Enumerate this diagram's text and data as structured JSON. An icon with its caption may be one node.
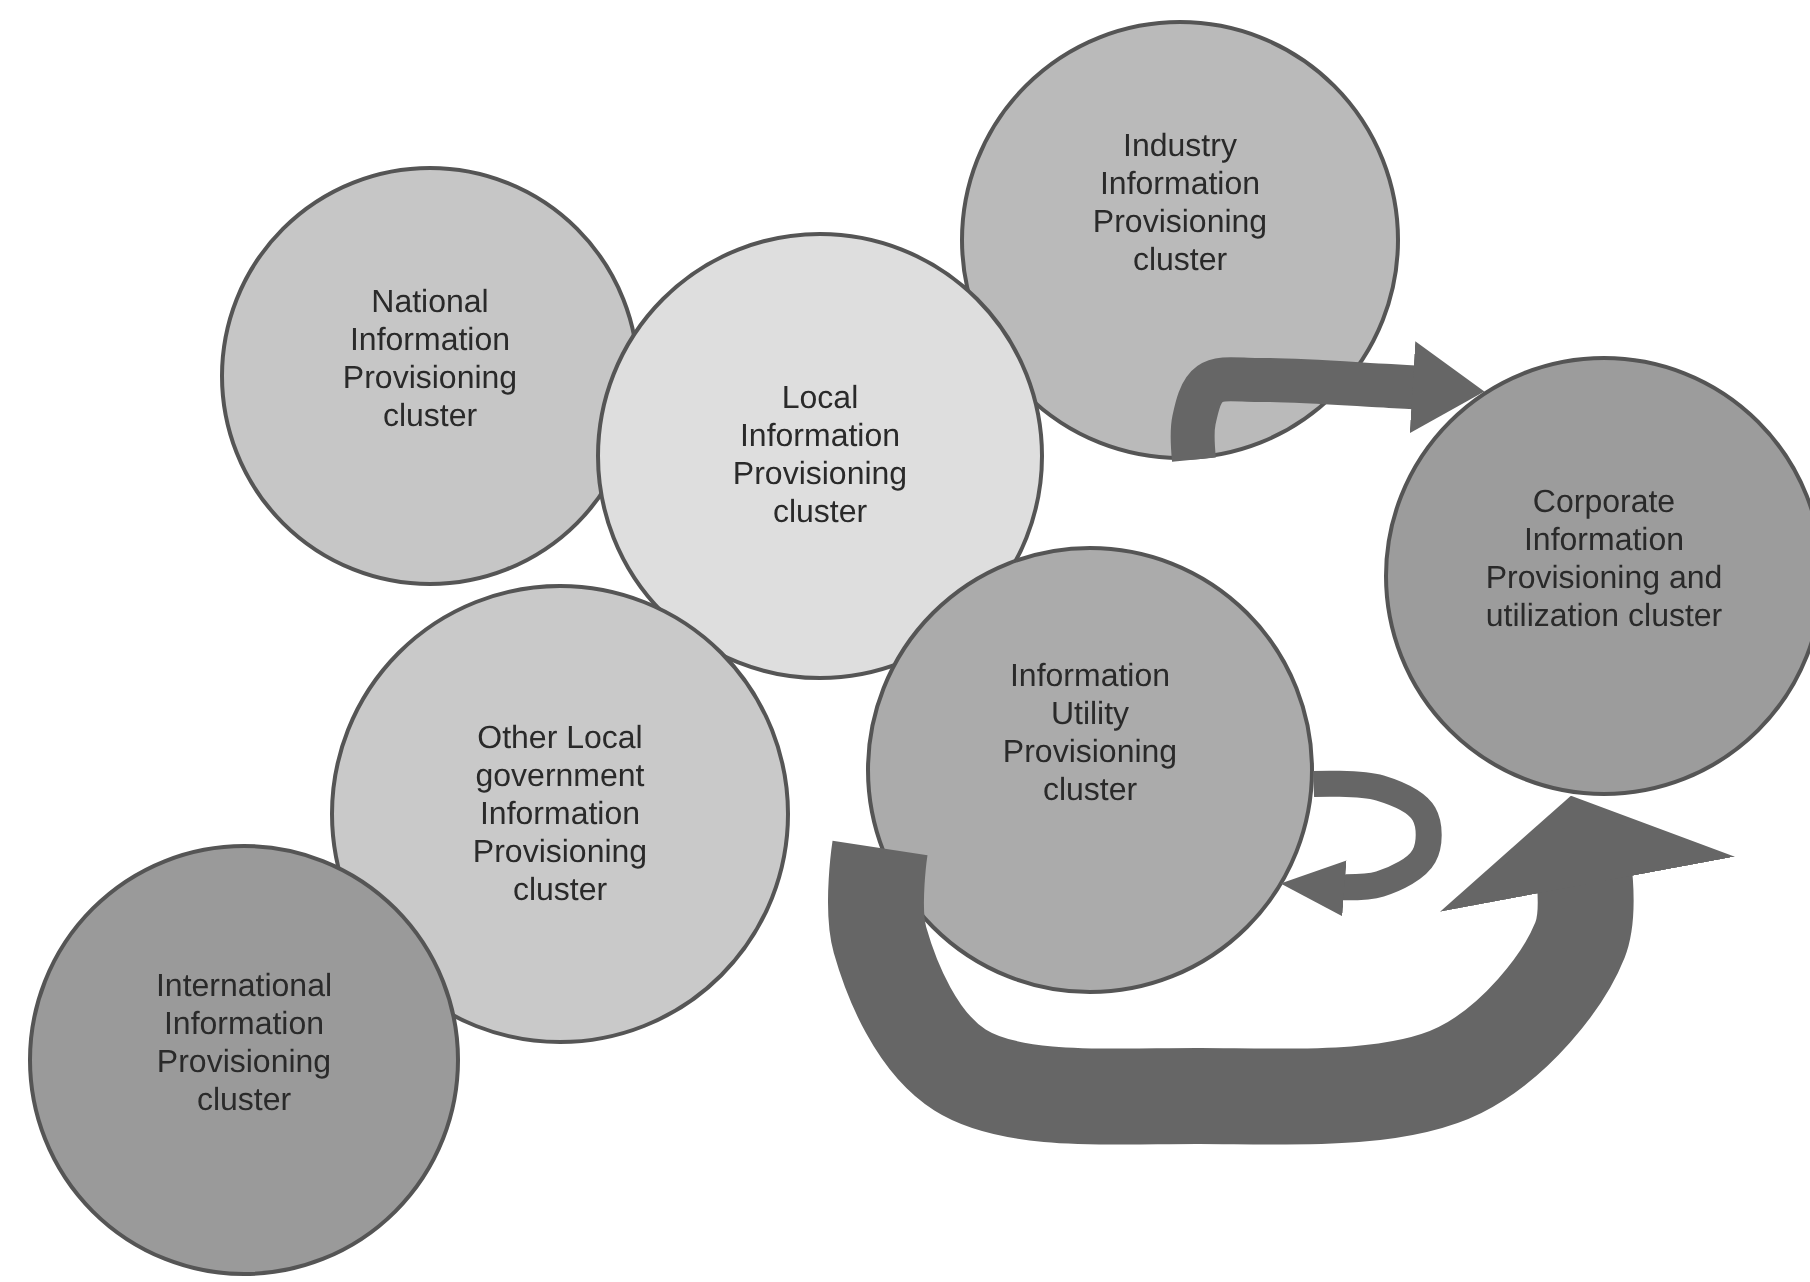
{
  "diagram": {
    "nodes": [
      {
        "text": [
          "National Information Provisioning cluster"
        ]
      },
      {
        "text": [
          "Local Information Provisioning cluster"
        ]
      },
      {
        "text": [
          "Industry Information Provisioning cluster"
        ]
      },
      {
        "text": [
          "Corporate Information Provisioning and utilization cluster"
        ]
      },
      {
        "text": [
          "Other Local government Information Provisioning cluster"
        ]
      },
      {
        "text": [
          "Information Utility Provisioning cluster"
        ]
      },
      {
        "text": [
          "International Information Provisioning cluster"
        ]
      }
    ],
    "edges": [
      {
        "from": 2,
        "to": 3,
        "arrow": "to"
      },
      {
        "from": 5,
        "to": 5,
        "arrow": "to"
      },
      {
        "from": 5,
        "to": 3,
        "arrow": "to",
        "style": "thick"
      }
    ]
  }
}
